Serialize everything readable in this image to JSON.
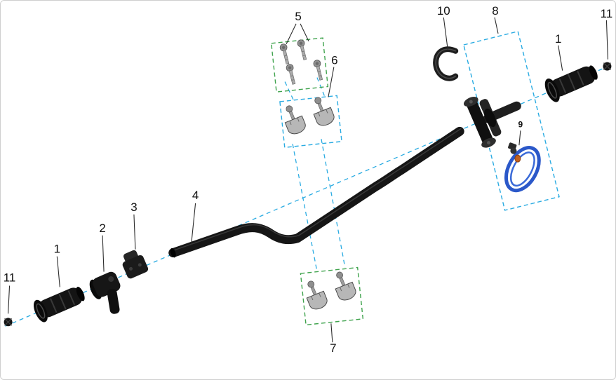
{
  "figure": {
    "background": "#ffffff",
    "border_color": "#cfcfcf"
  },
  "diagram": {
    "type": "exploded-parts-diagram",
    "callouts": {
      "grip_left": "1",
      "grip_right": "1",
      "control_housing": "2",
      "bar_clamp_block": "3",
      "handlebar": "4",
      "bolt_set": "5",
      "upper_clamp_pair": "6",
      "lower_clamp_pair": "7",
      "mount_group": "8",
      "lanyard": "9",
      "retainer_clip": "10",
      "bar_end_left": "11",
      "bar_end_right": "11"
    },
    "colors": {
      "centerline": "#29abe2",
      "group_box_cyan": "#29abe2",
      "group_box_green": "#3fa34d",
      "part_black": "#161616",
      "hardware_gray": "#ababab",
      "lanyard_blue": "#2b58c9",
      "lanyard_bead_orange": "#c06020",
      "leader_line": "#2b2b2b"
    }
  }
}
